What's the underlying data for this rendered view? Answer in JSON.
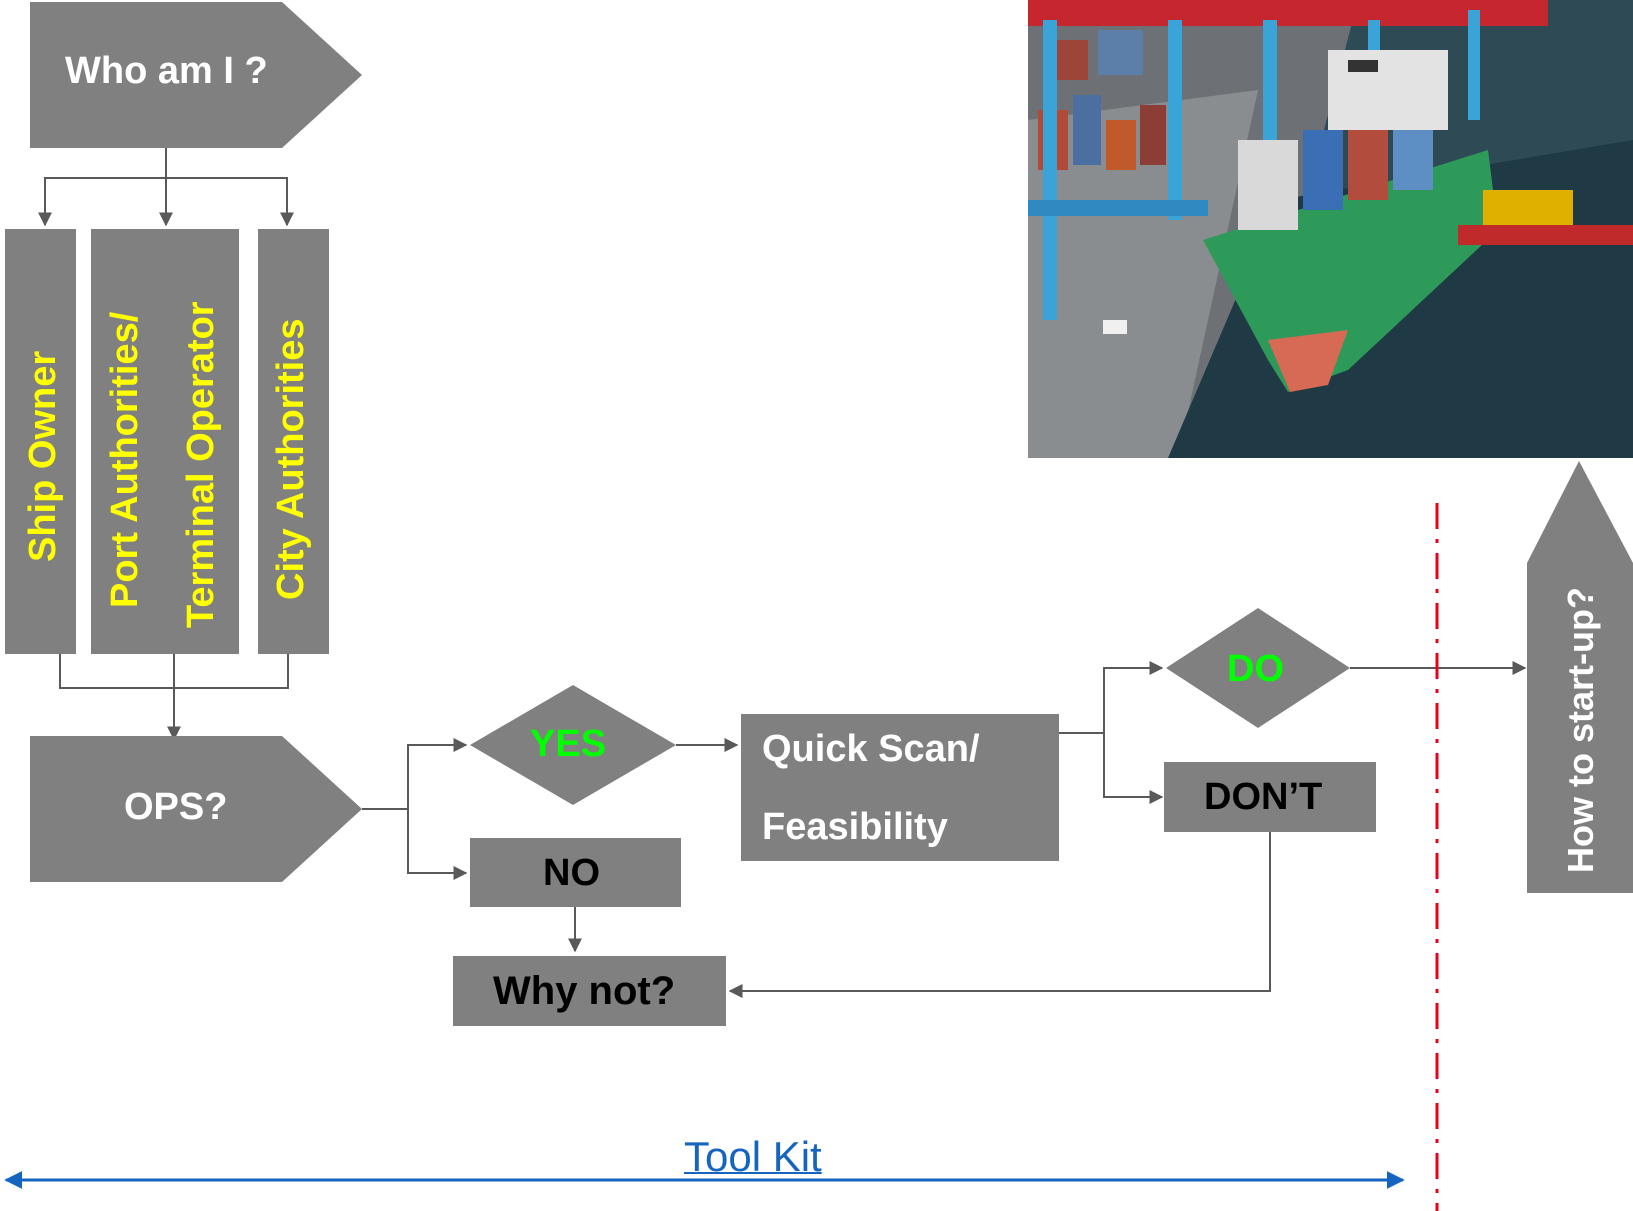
{
  "nodes": {
    "who_am_i": "Who am I ?",
    "ship_owner": "Ship Owner",
    "port_authorities": "Port Authorities/",
    "terminal_operator": "Terminal Operator",
    "city_authorities": "City Authorities",
    "ops": "OPS?",
    "yes": "YES",
    "no": "NO",
    "why_not": "Why not?",
    "quick_scan": "Quick Scan/",
    "feasibility": "Feasibility",
    "do": "DO",
    "dont": "DON’T",
    "how_to_start_up": "How to start-up?"
  },
  "toolkit": {
    "label": "Tool Kit"
  },
  "photo": {
    "subject": "container-ship-at-port-terminal-photo"
  },
  "colors": {
    "box_gray": "#808080",
    "label_yellow": "#ffff00",
    "label_green": "#00ff00",
    "arrow_gray": "#595959",
    "toolkit_blue": "#1565c0",
    "divider_red": "#e8001c"
  }
}
